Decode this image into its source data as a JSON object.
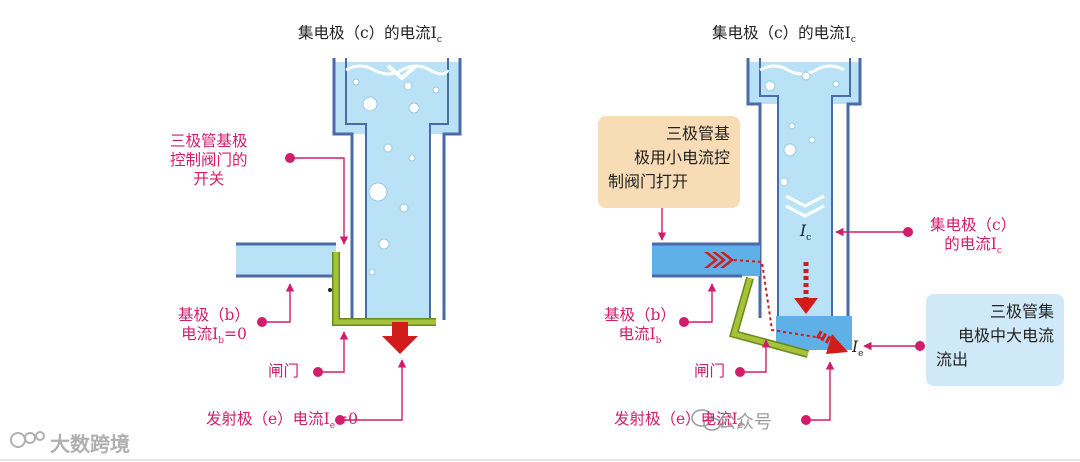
{
  "left": {
    "title": "集电极（c）的电流I",
    "title_sub": "c",
    "base_switch_label": [
      "三极管基极",
      "控制阀门的",
      "开关"
    ],
    "base_current_label": [
      "基极（b）",
      "电流I",
      "b",
      "=0"
    ],
    "gate_label": "闸门",
    "emitter_label": [
      "发射极（e）电流I",
      "e",
      "=0"
    ]
  },
  "right": {
    "title": "集电极（c）的电流I",
    "title_sub": "c",
    "orange_box": [
      "三极管基",
      "极用小电流控",
      "制阀门打开"
    ],
    "ic_symbol": "I",
    "ic_sub": "c",
    "collector_label": [
      "集电极（c）",
      "的电流I",
      "c"
    ],
    "base_label": [
      "基极（b）",
      "电流I",
      "b"
    ],
    "gate_label": "闸门",
    "emitter_label": [
      "发射极（e）电流I",
      "e"
    ],
    "ie_symbol": "I",
    "ie_sub": "e",
    "blue_box": [
      "三极管集",
      "电极中大电流",
      "流出"
    ]
  },
  "watermark": {
    "wechat": "公众号",
    "brand": "大数跨境"
  },
  "colors": {
    "water": "#b9e2f6",
    "pipe_wall": "#4a6aa8",
    "gate": "#a6c23a",
    "marker": "#d21c6c",
    "arrow": "#d21c1c"
  }
}
